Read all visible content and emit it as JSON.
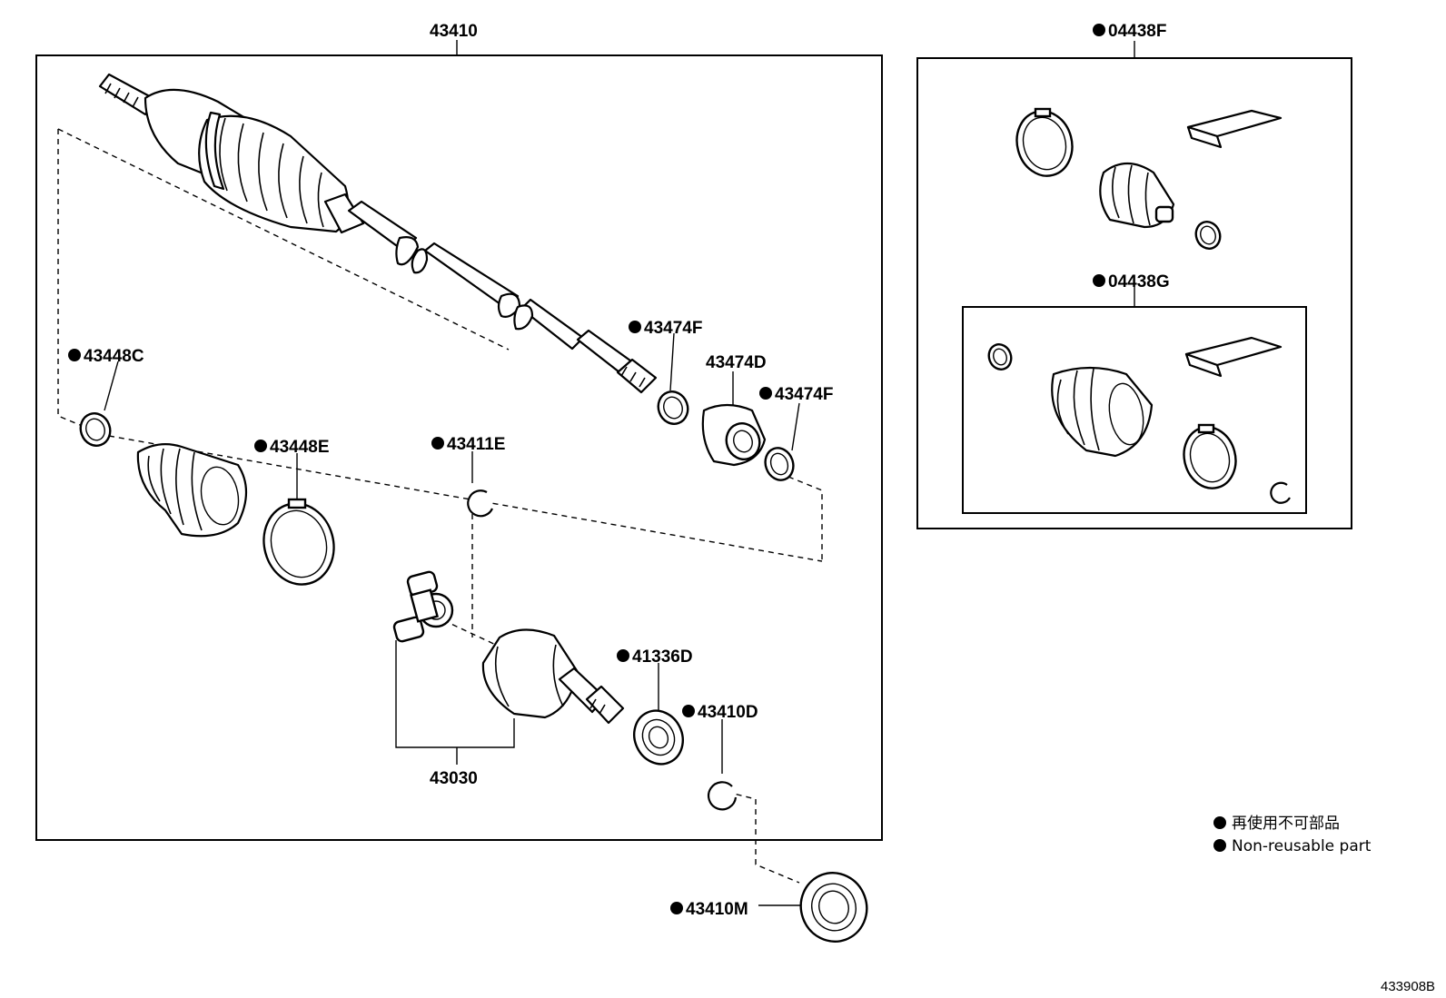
{
  "diagram": {
    "labels": {
      "assembly": "43410",
      "boot_clamp_small_outer": "43448C",
      "boot_clamp_large_outer": "43448E",
      "snap_ring_inner": "43411E",
      "ring_left": "43474F",
      "ring_right": "43474F",
      "dynamic_damper": "43474D",
      "oil_seal": "41336D",
      "snap_ring_outer": "43410D",
      "inner_joint": "43030",
      "bearing": "43410M",
      "boot_kit_outer": "04438F",
      "boot_kit_inner": "04438G"
    },
    "legend": {
      "line_jp": "再使用不可部品",
      "line_en": "Non-reusable part"
    },
    "figure_code": "433908B"
  }
}
